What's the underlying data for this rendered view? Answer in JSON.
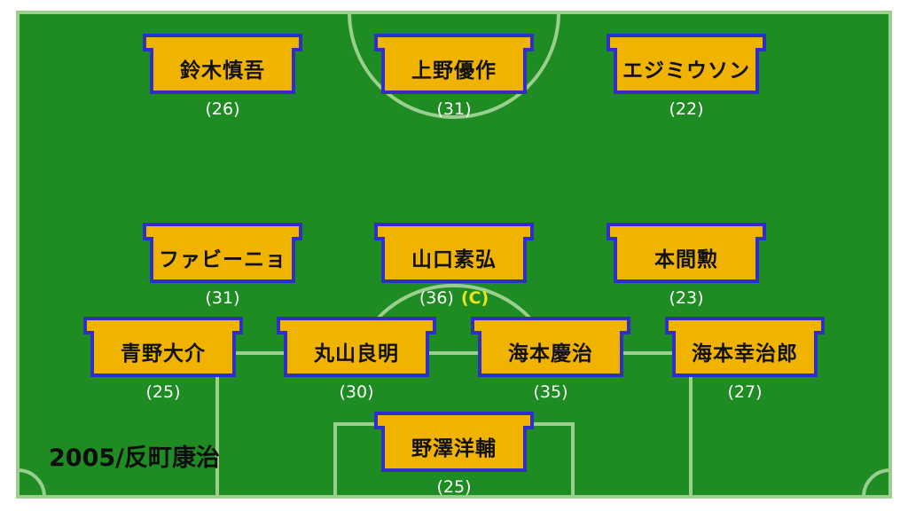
{
  "formation": {
    "footer_label": "2005/反町康治",
    "captain_mark": "(C)"
  },
  "players": {
    "fw_left": {
      "name": "鈴木慎吾",
      "age": "(26)"
    },
    "fw_center": {
      "name": "上野優作",
      "age": "(31)"
    },
    "fw_right": {
      "name": "エジミウソン",
      "age": "(22)"
    },
    "mf_left": {
      "name": "ファビーニョ",
      "age": "(31)"
    },
    "mf_center": {
      "name": "山口素弘",
      "age": "(36)"
    },
    "mf_right": {
      "name": "本間勲",
      "age": "(23)"
    },
    "df_1": {
      "name": "青野大介",
      "age": "(25)"
    },
    "df_2": {
      "name": "丸山良明",
      "age": "(30)"
    },
    "df_3": {
      "name": "海本慶治",
      "age": "(35)"
    },
    "df_4": {
      "name": "海本幸治郎",
      "age": "(27)"
    },
    "gk": {
      "name": "野澤洋輔",
      "age": "(25)"
    }
  },
  "colors": {
    "pitch": "#1e8c22",
    "lines": "#9bcf8f",
    "shirt_fill": "#f0b400",
    "shirt_border": "#2f2fc8",
    "captain": "#e8e61a"
  }
}
